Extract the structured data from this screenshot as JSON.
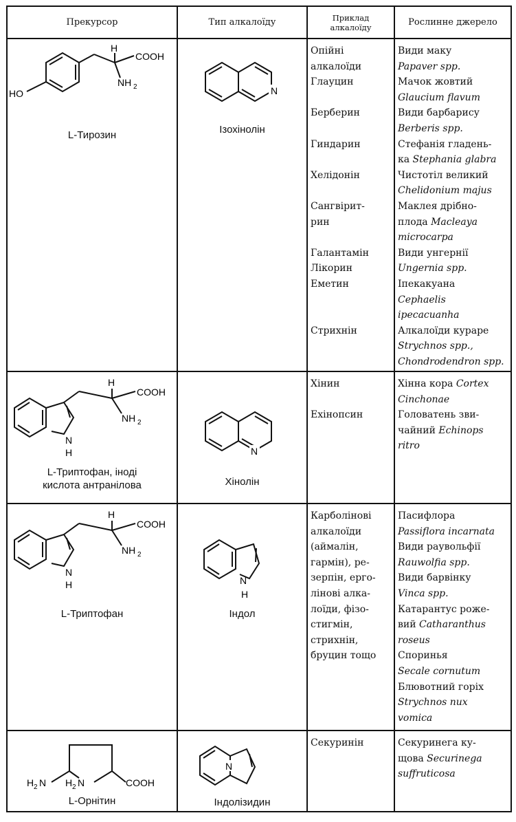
{
  "headers": {
    "precursor": "Прекурсор",
    "alkaloid_type": "Тип алкалоїду",
    "example_line1": "Приклад",
    "example_line2": "алкалоїду",
    "plant_source": "Рослинне джерело"
  },
  "rows": [
    {
      "precursor": "L-Тирозин",
      "type": "Ізохінолін",
      "examples": [
        "Опійні",
        "алкалоїди",
        "Глауцин",
        "",
        "Берберин",
        "",
        "Гиндарин",
        "",
        "Хелідонін",
        "",
        "Сангвірит-",
        "рин",
        "",
        "Галантамін",
        "Лікорин",
        "Еметин",
        "",
        "",
        "Стрихнін"
      ],
      "sources": [
        [
          "Види маку",
          ""
        ],
        [
          "",
          "Papaver spp."
        ],
        [
          "Мачок жовтий",
          ""
        ],
        [
          "",
          "Glaucium flavum"
        ],
        [
          "Види барбарису",
          ""
        ],
        [
          "",
          "Berberis spp."
        ],
        [
          "Стефанія гладень-",
          ""
        ],
        [
          "ка ",
          "Stephania glabra"
        ],
        [
          "Чистотіл великий",
          ""
        ],
        [
          "",
          "Chelidonium majus"
        ],
        [
          "Маклея дрібно-",
          ""
        ],
        [
          "плода ",
          "Macleaya"
        ],
        [
          "",
          "microcarpa"
        ],
        [
          "Види унгернії",
          ""
        ],
        [
          "",
          "Ungernia spp."
        ],
        [
          "Іпекакуана",
          ""
        ],
        [
          "",
          "Cephaelis"
        ],
        [
          "",
          "ipecacuanha"
        ],
        [
          "Алкалоїди кураре",
          ""
        ],
        [
          "",
          "Strychnos spp.,"
        ],
        [
          "",
          "Chondrodendron spp."
        ]
      ]
    },
    {
      "precursor": "L-Триптофан, іноді кислота антранілова",
      "precursor_line1": "L-Триптофан, іноді",
      "precursor_line2": "кислота антранілова",
      "type": "Хінолін",
      "examples": [
        "Хінин",
        "",
        "Ехінопсин"
      ],
      "sources": [
        [
          "Хінна кора ",
          "Cortex"
        ],
        [
          "",
          "Cinchonae"
        ],
        [
          "Головатень зви-",
          ""
        ],
        [
          "чайний ",
          "Echinops"
        ],
        [
          "",
          "ritro"
        ]
      ]
    },
    {
      "precursor": "L-Триптофан",
      "type": "Індол",
      "examples": [
        "Карболінові",
        "алкалоїди",
        "(аймалін,",
        "гармін), ре-",
        "зерпін, ерго-",
        "лінові алка-",
        "лоїди, фізо-",
        "стигмін,",
        "стрихнін,",
        "бруцин тощо"
      ],
      "sources": [
        [
          "Пасифлора",
          ""
        ],
        [
          "",
          "Passiflora incarnata"
        ],
        [
          "Види раувольфії",
          ""
        ],
        [
          "",
          "Rauwolfia spp."
        ],
        [
          "Види барвінку",
          ""
        ],
        [
          "",
          "Vinca spp."
        ],
        [
          "Катарантус роже-",
          ""
        ],
        [
          "вий ",
          "Catharanthus"
        ],
        [
          "",
          "roseus"
        ],
        [
          "Споринья",
          ""
        ],
        [
          "",
          "Secale cornutum"
        ],
        [
          "Блювотний горіх",
          ""
        ],
        [
          "",
          "Strychnos nux"
        ],
        [
          "",
          "vomica"
        ]
      ]
    },
    {
      "precursor": "L-Орнітин",
      "type": "Індолізидин",
      "examples": [
        "Секуринін"
      ],
      "sources": [
        [
          "Секуринега ку-",
          ""
        ],
        [
          "щова ",
          "Securinega"
        ],
        [
          "",
          "suffruticosa"
        ]
      ]
    }
  ],
  "chem": {
    "cooh": "COOH",
    "nh2": "NH",
    "two": "2",
    "h": "H",
    "ho": "HO",
    "n": "N"
  }
}
